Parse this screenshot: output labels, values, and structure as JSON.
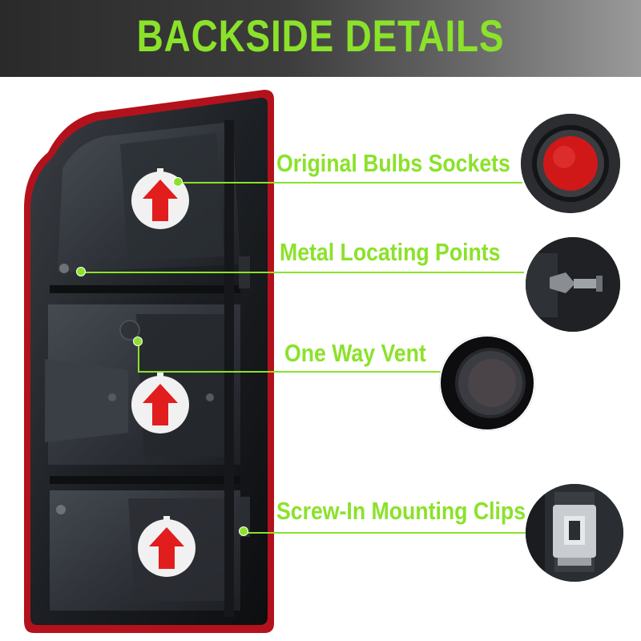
{
  "header": {
    "title": "BACKSIDE DETAILS"
  },
  "callouts": [
    {
      "label": "Original Bulbs Sockets"
    },
    {
      "label": "Metal Locating Points"
    },
    {
      "label": "One Way Vent"
    },
    {
      "label": "Screw-In Mounting Clips"
    }
  ],
  "colors": {
    "accent_green": "#8be22a",
    "housing_red": "#b3121c",
    "arrow_red": "#e21d1d"
  }
}
